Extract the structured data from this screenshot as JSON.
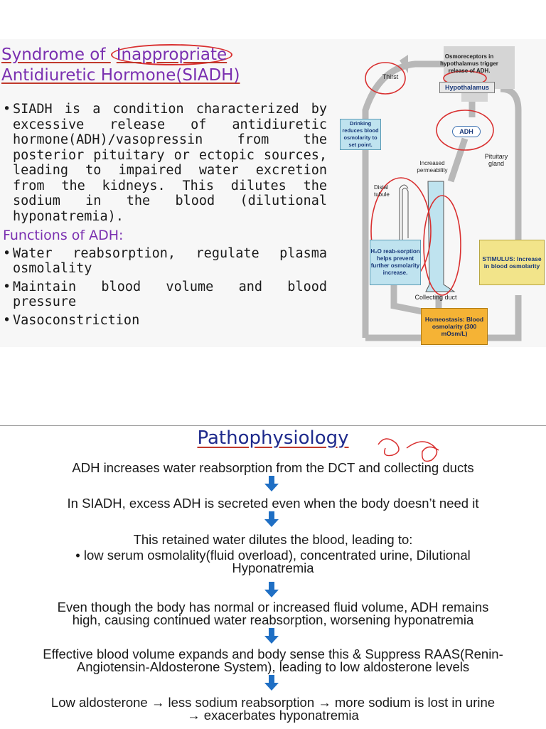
{
  "slide1": {
    "title_part1": "Syndrome of ",
    "title_highlight": "Inappropriate",
    "title_line2": "Antidiuretic Hormone(SIADH)",
    "definition": "SIADH is a condition characterized by excessive release of antidiuretic hormone(ADH)/vasopressin from the posterior pituitary or ectopic sources, leading to impaired water excretion from the kidneys. This dilutes the sodium in the blood (dilutional hyponatremia).",
    "functions_title": "Functions of ADH:",
    "functions": [
      "Water reabsorption, regulate plasma osmolality",
      "Maintain blood volume and blood pressure",
      "Vasoconstriction"
    ],
    "diagram": {
      "osmoreceptors": "Osmoreceptors in hypothalamus trigger release of ADH.",
      "hypothalamus": "Hypothalamus",
      "thirst": "Thirst",
      "drinking": "Drinking reduces blood osmolarity to set point.",
      "adh": "ADH",
      "pituitary": "Pituitary gland",
      "increased_permeability": "Increased permeability",
      "distal_tubule": "Distal tubule",
      "h2o_reabsorption": "H₂O reab-sorption helps prevent further osmolarity increase.",
      "stimulus": "STIMULUS: Increase in blood osmolarity",
      "collecting_duct": "Collecting duct",
      "homeostasis": "Homeostasis: Blood osmolarity (300 mOsm/L)"
    }
  },
  "slide2": {
    "title": "Pathophysiology",
    "steps": [
      [
        "ADH increases water reabsorption from the DCT and collecting ducts"
      ],
      [
        "In SIADH, excess ADH is secreted even when the body doesn’t need it"
      ],
      [
        "This retained water dilutes the blood, leading to:",
        "• low serum osmolality(fluid overload), concentrated urine, Dilutional",
        "Hyponatremia"
      ],
      [
        "Even though the body has normal or increased fluid volume, ADH remains",
        "high, causing continued water reabsorption, worsening hyponatremia"
      ],
      [
        "Effective blood volume expands and body sense this & Suppress RAAS(Renin-",
        "Angiotensin-Aldosterone System), leading to low aldosterone levels"
      ],
      [
        "Low aldosterone → less sodium reabsorption → more sodium is lost in urine",
        "→ exacerbates hyponatremia"
      ]
    ]
  },
  "colors": {
    "title_purple": "#7a2fb0",
    "heading_blue": "#1e2a8c",
    "arrow_blue": "#1f6fc4",
    "annotation_red": "#d93030",
    "box_blue": "#bfe3ef",
    "box_yellow": "#f2e48a",
    "box_orange": "#f5b335"
  }
}
